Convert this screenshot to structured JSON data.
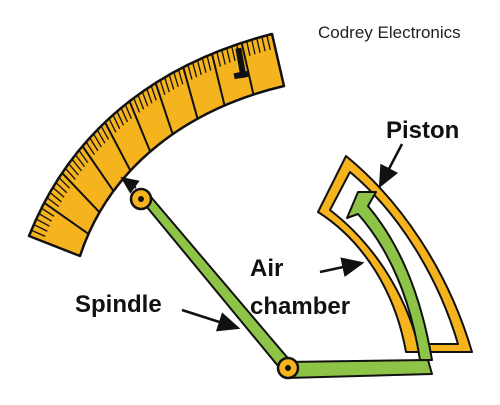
{
  "brand": {
    "text": "Codrey Electronics"
  },
  "labels": {
    "piston": "Piston",
    "air_chamber_line1": "Air",
    "air_chamber_line2": "chamber",
    "spindle": "Spindle"
  },
  "colors": {
    "scale_fill": "#F5B31E",
    "piston_rod": "#8DC447",
    "chamber_wall": "#F5B31E",
    "outline": "#111111",
    "pivot_fill": "#F5B31E"
  },
  "icons": {
    "pivot": "pivot-circle-icon",
    "arrow": "arrow-icon"
  }
}
